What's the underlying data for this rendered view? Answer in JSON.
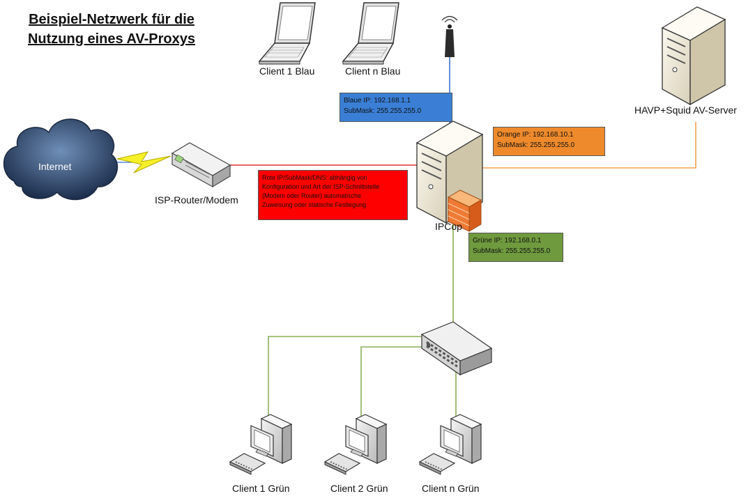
{
  "title": {
    "line1": "Beispiel-Netzwerk für die",
    "line2": "Nutzung eines AV-Proxys"
  },
  "nodes": {
    "client1_blau": "Client 1 Blau",
    "clientn_blau": "Client n Blau",
    "internet": "Internet",
    "isp_router": "ISP-Router/Modem",
    "ipcop": "IPCop",
    "havp": "HAVP+Squid AV-Server",
    "client1_gruen": "Client 1 Grün",
    "client2_gruen": "Client 2 Grün",
    "clientn_gruen": "Client n Grün"
  },
  "boxes": {
    "blau": {
      "line1": "Blaue IP: 192.168.1.1",
      "line2": "SubMask: 255.255.255.0"
    },
    "orange": {
      "line1": "Orange IP: 192.168.10.1",
      "line2": "SubMask: 255.255.255.0"
    },
    "gruen": {
      "line1": "Grüne IP: 192.168.0.1",
      "line2": "SubMask: 255.255.255.0"
    },
    "rot": {
      "line1": "Rote IP/SubMask/DNS: abhängig von",
      "line2": "Konfiguration und Art der ISP-Schnittstelle",
      "line3": "(Modem oder Router) automatische",
      "line4": "Zuweisung oder statische Festlegung"
    }
  },
  "colors": {
    "blue_link": "#3a6fd0",
    "orange_link": "#f0a050",
    "red_link": "#e03030",
    "green_link": "#8aae5a",
    "blue_box": "#3a7fd5",
    "orange_box": "#ee8a2c",
    "red_box": "#ff0000",
    "green_box": "#6f9a3e"
  }
}
